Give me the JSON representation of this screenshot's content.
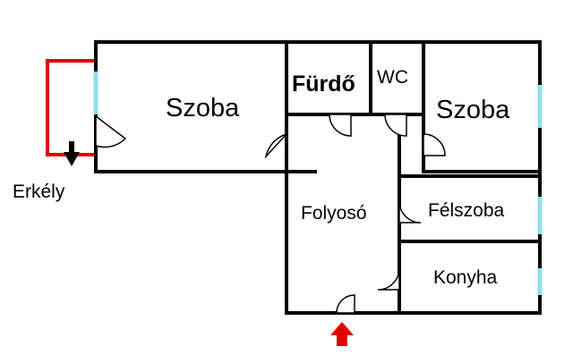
{
  "rooms": {
    "szoba_left": "Szoba",
    "furdo": "Fürdő",
    "wc": "WC",
    "szoba_right": "Szoba",
    "folyoso": "Folyosó",
    "felszoba": "Félszoba",
    "konyha": "Konyha"
  },
  "labels": {
    "erkely": "Erkély"
  },
  "colors": {
    "walls": "#000000",
    "balcony": "#e00000",
    "windows": "#8fdff0",
    "entrance_arrow": "#e00000"
  }
}
